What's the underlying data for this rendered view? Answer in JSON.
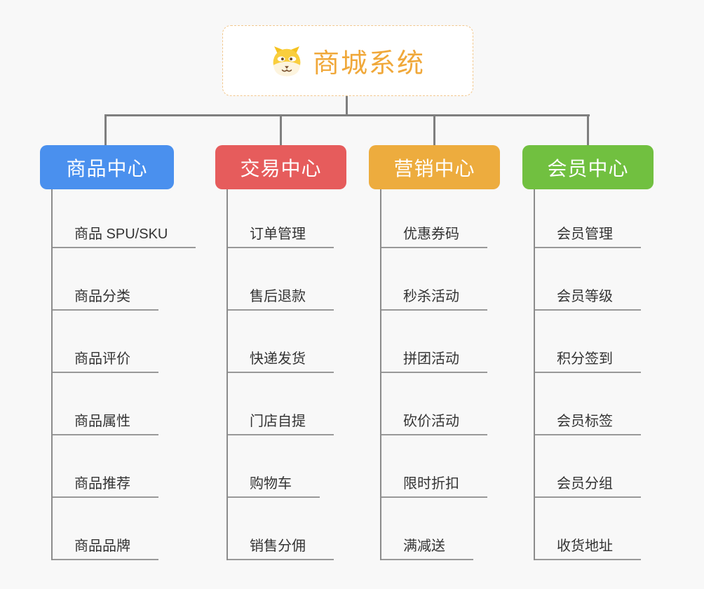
{
  "root": {
    "title": "商城系统",
    "icon": "dog-icon"
  },
  "colors": {
    "background": "#F8F8F8",
    "root_text": "#F0A83A",
    "root_border": "#F2C88E",
    "connector": "#7F7F7F",
    "item_underline": "#999999",
    "item_text": "#333333",
    "branch_product": "#4A90EE",
    "branch_trade": "#E65C5C",
    "branch_marketing": "#EDAC3E",
    "branch_member": "#71C040"
  },
  "branches": [
    {
      "id": "product",
      "label": "商品中心",
      "color": "#4A90EE",
      "items": [
        "商品 SPU/SKU",
        "商品分类",
        "商品评价",
        "商品属性",
        "商品推荐",
        "商品品牌"
      ]
    },
    {
      "id": "trade",
      "label": "交易中心",
      "color": "#E65C5C",
      "items": [
        "订单管理",
        "售后退款",
        "快递发货",
        "门店自提",
        "购物车",
        "销售分佣"
      ]
    },
    {
      "id": "marketing",
      "label": "营销中心",
      "color": "#EDAC3E",
      "items": [
        "优惠券码",
        "秒杀活动",
        "拼团活动",
        "砍价活动",
        "限时折扣",
        "满减送"
      ]
    },
    {
      "id": "member",
      "label": "会员中心",
      "color": "#71C040",
      "items": [
        "会员管理",
        "会员等级",
        "积分签到",
        "会员标签",
        "会员分组",
        "收货地址"
      ]
    }
  ]
}
